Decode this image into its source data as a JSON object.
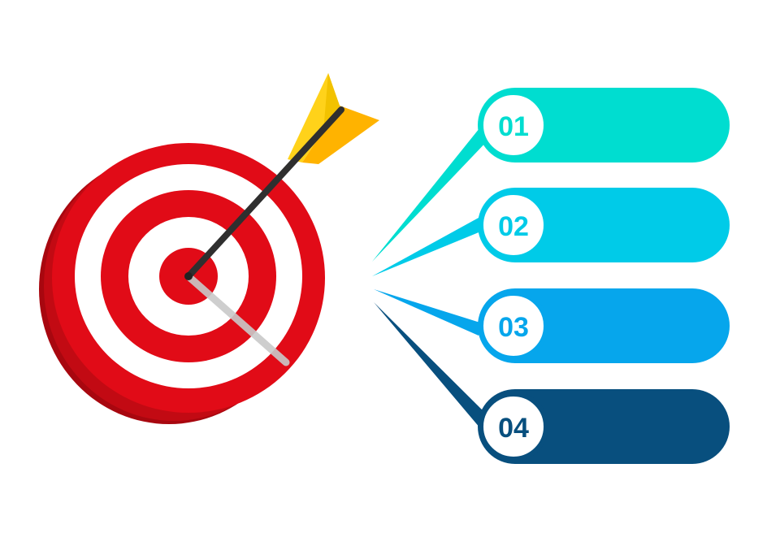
{
  "target": {
    "icon": "bullseye-target-icon",
    "arrow_icon": "dart-arrow-icon",
    "colors": {
      "ring_red": "#e10b17",
      "ring_dark_red": "#a8070f",
      "ring_white": "#ffffff",
      "arrow_shaft": "#333333",
      "fletching_light": "#ffd21a",
      "fletching_dark": "#ffb300"
    }
  },
  "steps": [
    {
      "number": "01",
      "text": "",
      "color": "#00ddd0"
    },
    {
      "number": "02",
      "text": "",
      "color": "#00cbe8"
    },
    {
      "number": "03",
      "text": "",
      "color": "#06a6ec"
    },
    {
      "number": "04",
      "text": "",
      "color": "#084f7e"
    }
  ]
}
